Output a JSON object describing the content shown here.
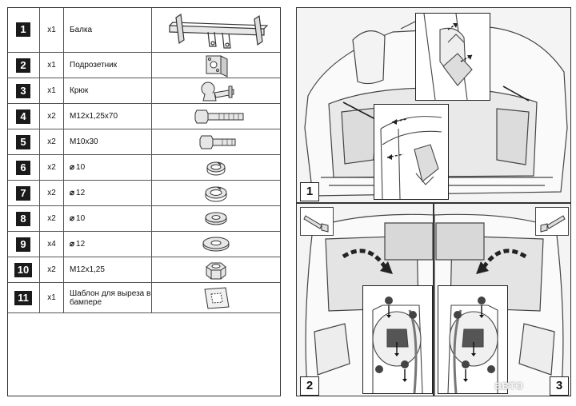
{
  "parts": [
    {
      "num": "1",
      "qty": "x1",
      "name": "Балка",
      "diam": "",
      "icon": "beam-icon"
    },
    {
      "num": "2",
      "qty": "x1",
      "name": "Подрозетник",
      "diam": "",
      "icon": "socket-bracket-icon"
    },
    {
      "num": "3",
      "qty": "x1",
      "name": "Крюк",
      "diam": "",
      "icon": "hook-icon"
    },
    {
      "num": "4",
      "qty": "x2",
      "name": "M12x1,25x70",
      "diam": "",
      "icon": "long-bolt-icon"
    },
    {
      "num": "5",
      "qty": "x2",
      "name": "M10x30",
      "diam": "",
      "icon": "short-bolt-icon"
    },
    {
      "num": "6",
      "qty": "x2",
      "name": "10",
      "diam": "⌀",
      "icon": "spring-washer-icon"
    },
    {
      "num": "7",
      "qty": "x2",
      "name": "12",
      "diam": "⌀",
      "icon": "spring-washer-icon"
    },
    {
      "num": "8",
      "qty": "x2",
      "name": "10",
      "diam": "⌀",
      "icon": "flat-washer-icon"
    },
    {
      "num": "9",
      "qty": "x4",
      "name": "12",
      "diam": "⌀",
      "icon": "flat-washer-icon"
    },
    {
      "num": "10",
      "qty": "x2",
      "name": "M12x1,25",
      "diam": "",
      "icon": "nut-icon"
    },
    {
      "num": "11",
      "qty": "x1",
      "name": "Шаблон для выреза в бампере",
      "diam": "",
      "icon": "template-icon"
    }
  ],
  "steps": {
    "s1": "1",
    "s2": "2",
    "s3": "3"
  },
  "watermark": "авто",
  "colors": {
    "badge": "#1a1a1a",
    "arrow": "#222222",
    "panel_bg": "#f4f4f4"
  }
}
